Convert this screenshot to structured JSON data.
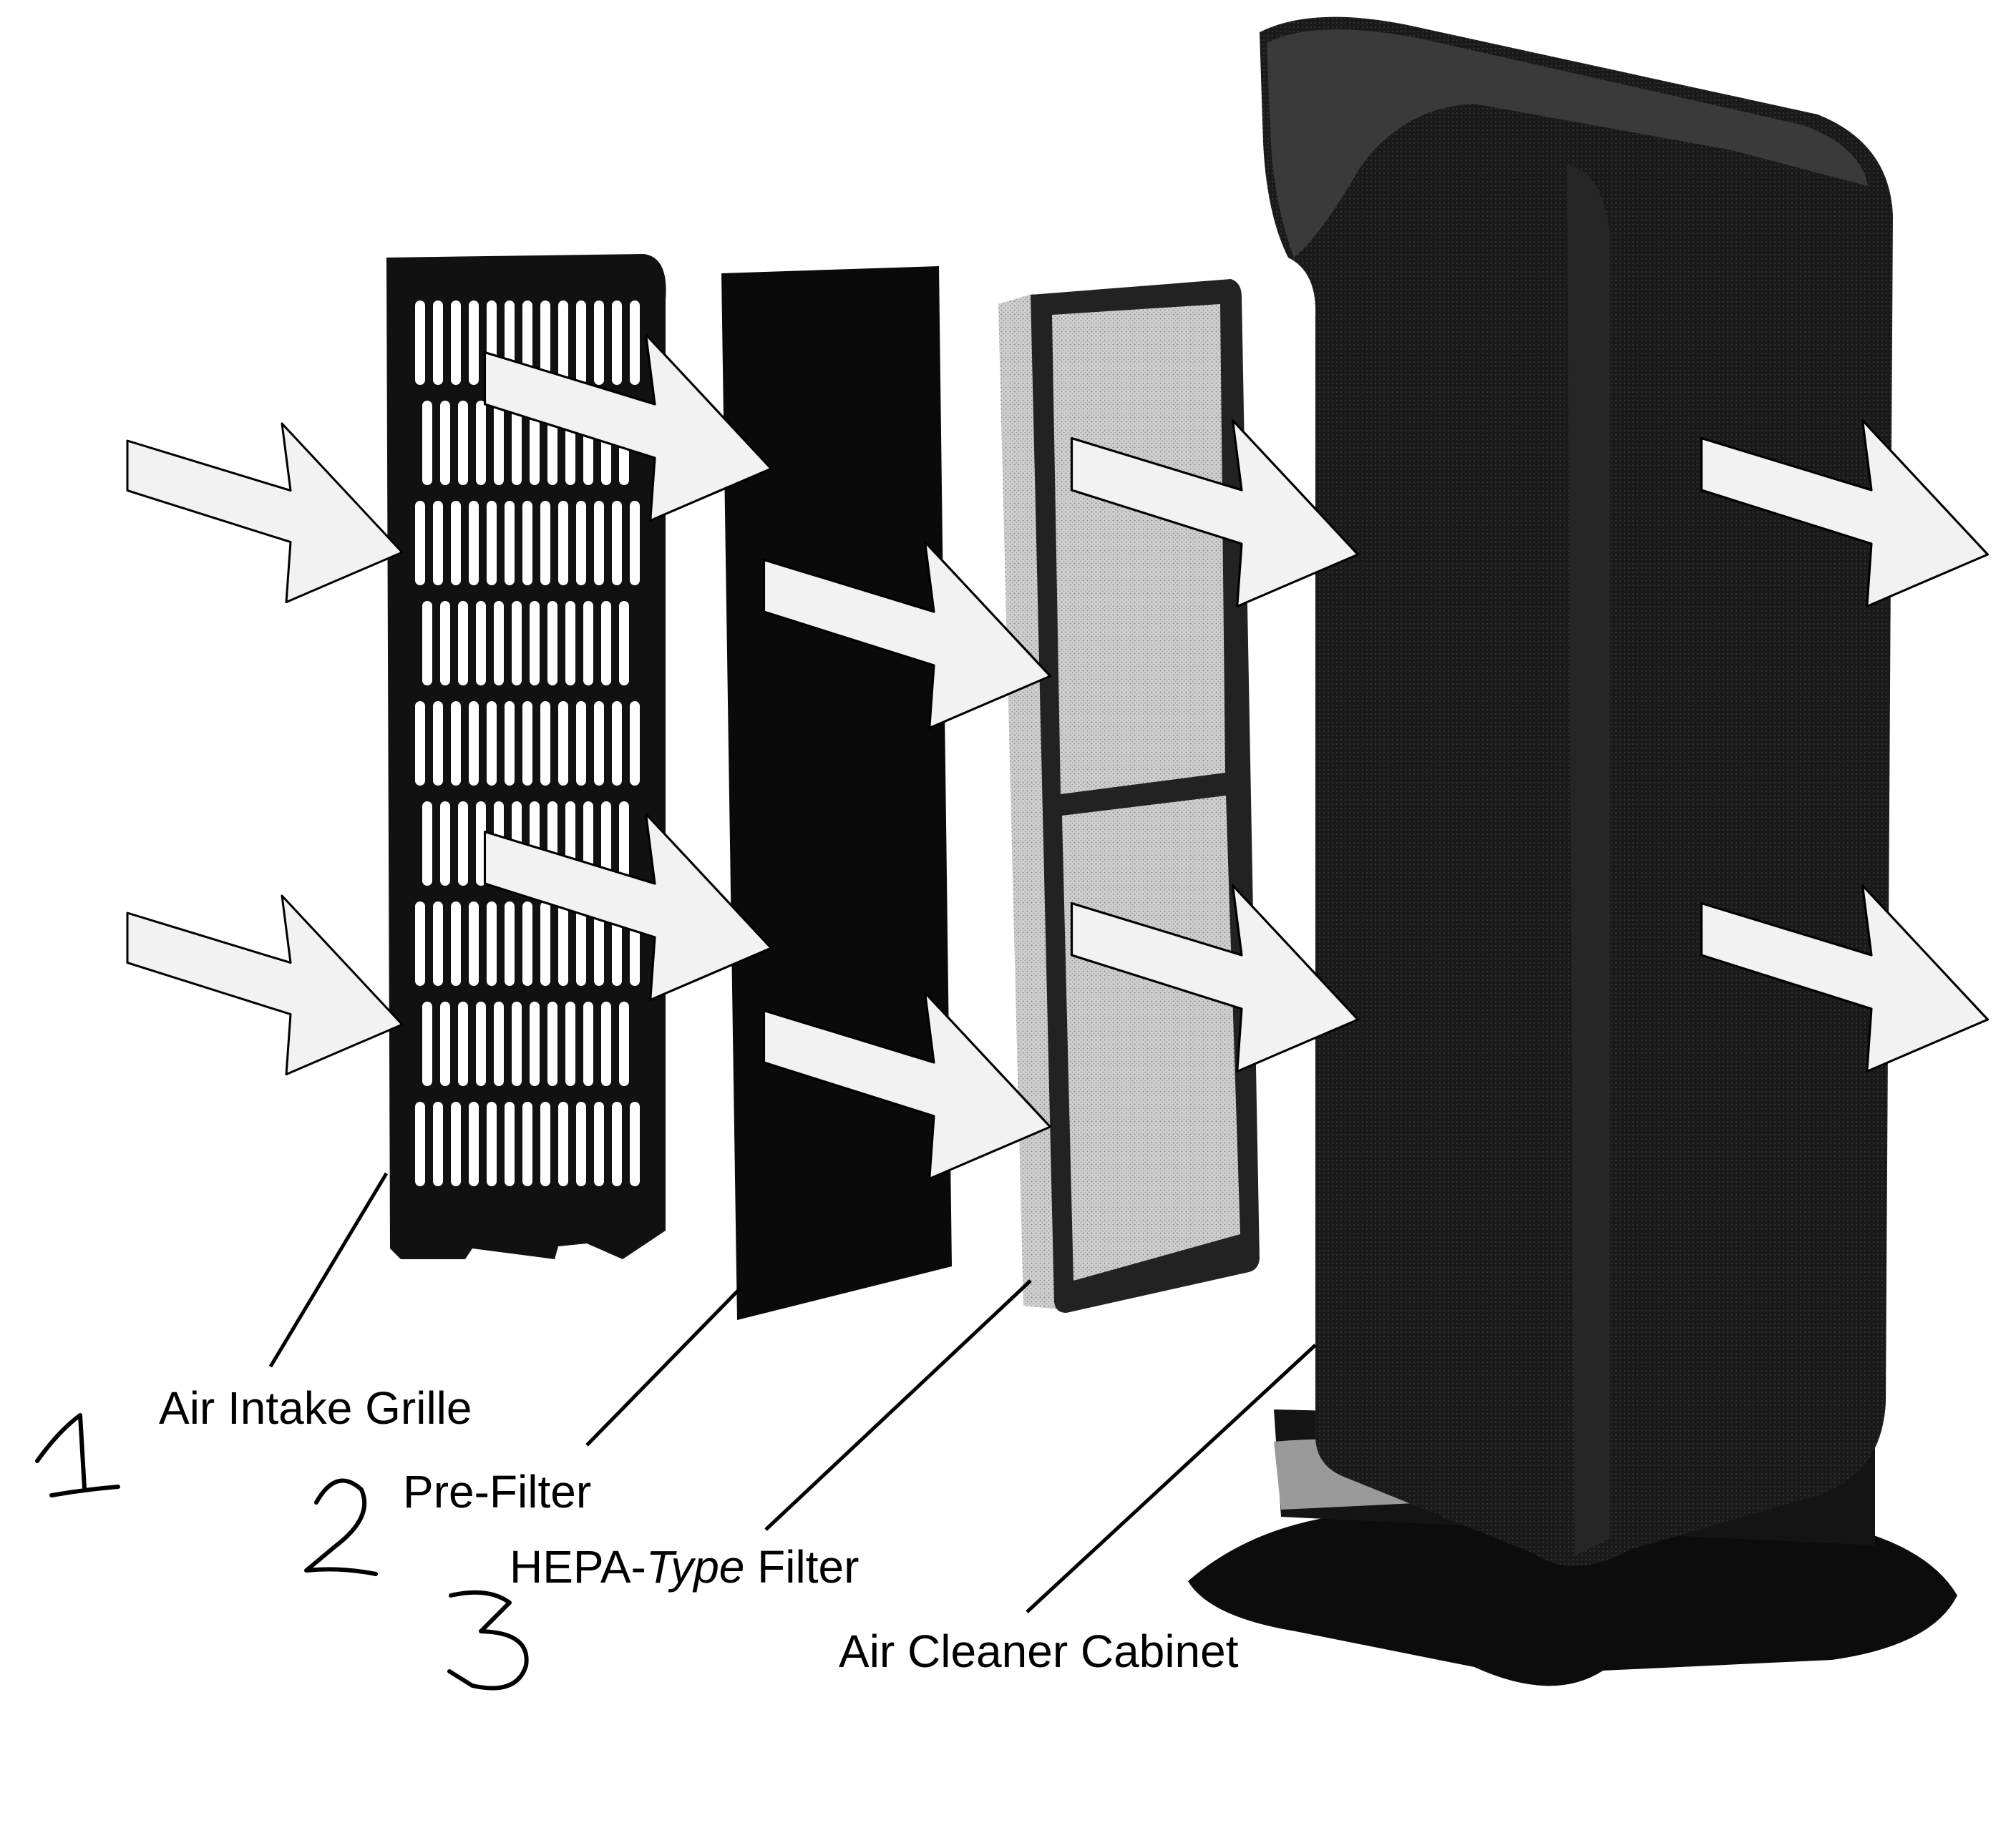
{
  "diagram": {
    "components": [
      {
        "number": "1",
        "label": "Air Intake Grille"
      },
      {
        "number": "2",
        "label": "Pre-Filter"
      },
      {
        "number": "3",
        "label_parts": [
          "HEPA-",
          "Type",
          " Filter"
        ]
      },
      {
        "label": "Air Cleaner Cabinet"
      }
    ]
  },
  "colors": {
    "ink": "#000000",
    "background": "#ffffff",
    "arrow_fill": "#f2f2f2",
    "hepa_media": "#c9c9c9",
    "cabinet": "#151515",
    "cabinet_bezel": "#2e2e2e",
    "base_highlight": "#9a9a9a"
  }
}
